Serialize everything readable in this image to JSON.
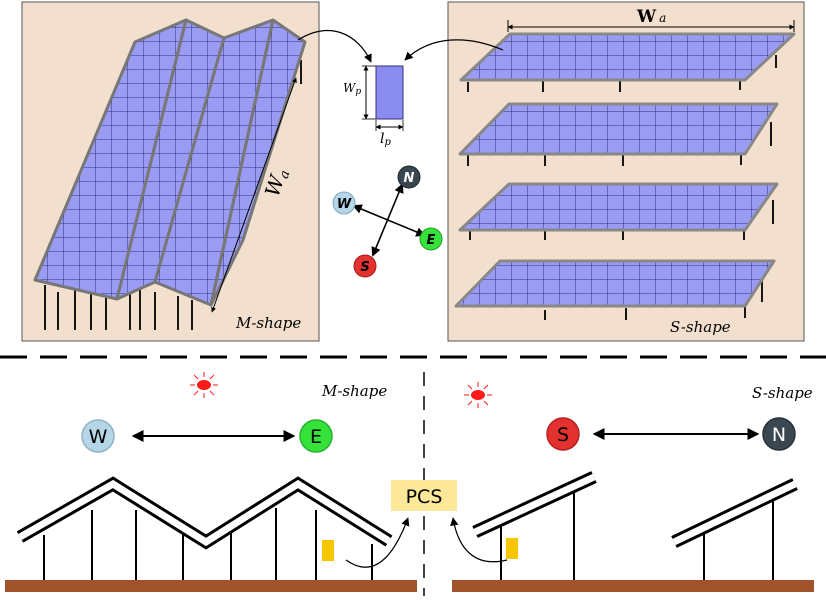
{
  "top_left_panel": {
    "shape_label": "M-shape",
    "dimension_label": "W",
    "dimension_sub": "a"
  },
  "top_right_panel": {
    "shape_label": "S-shape",
    "dimension_label": "W",
    "dimension_sub": "a"
  },
  "panel_module": {
    "height_label": "W",
    "height_sub": "p",
    "width_label": "l",
    "width_sub": "p"
  },
  "compass": {
    "north": "N",
    "south": "S",
    "east": "E",
    "west": "W"
  },
  "bottom_left": {
    "shape_label": "M-shape",
    "west_label": "W",
    "east_label": "E"
  },
  "bottom_right": {
    "shape_label": "S-shape",
    "south_label": "S",
    "north_label": "N"
  },
  "pcs_label": "PCS",
  "colors": {
    "panel_bg": "#f3dfcd",
    "solar_panel": "#9a9bf2",
    "panel_grid": "#30307a",
    "ground": "#a0532a",
    "pcs_box": "#fde89a",
    "inverter": "#f7c600",
    "east": "#35e23a",
    "south": "#e2312f",
    "west": "#b5d6e6",
    "north": "#3a4750",
    "sun": "#ff1a1a"
  }
}
